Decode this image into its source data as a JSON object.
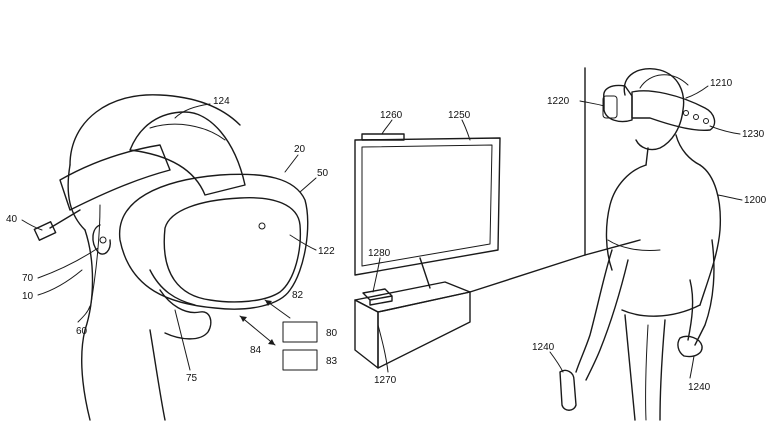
{
  "diagram": {
    "colors": {
      "line": "#1a1a1a",
      "background": "#ffffff"
    },
    "labels": {
      "l124": "124",
      "l20": "20",
      "l50": "50",
      "l40": "40",
      "l122": "122",
      "l70": "70",
      "l10": "10",
      "l60": "60",
      "l82": "82",
      "l80": "80",
      "l84": "84",
      "l83": "83",
      "l75": "75",
      "l1260": "1260",
      "l1250": "1250",
      "l1280": "1280",
      "l1270": "1270",
      "l1210": "1210",
      "l1220": "1220",
      "l1230": "1230",
      "l1200": "1200",
      "l1240a": "1240",
      "l1240b": "1240"
    }
  }
}
